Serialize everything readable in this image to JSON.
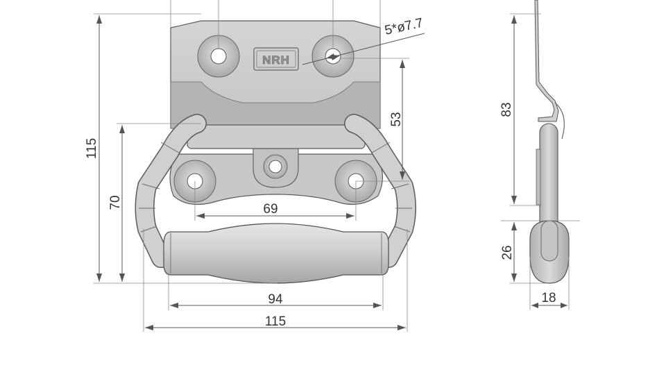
{
  "drawing": {
    "logo_text": "NRH",
    "hole_note": "5*ø7.7",
    "dimensions": {
      "overall_height": "115",
      "handle_drop": "70",
      "plate_hole_to_lower": "53",
      "lower_hole_spacing": "69",
      "grip_length": "94",
      "overall_width": "115",
      "side_height": "83",
      "side_grip_height": "26",
      "side_grip_width": "18"
    },
    "colors": {
      "metal": "#cfcfcf",
      "metal_dark": "#a9a9a9",
      "outline": "#4a4a4a",
      "dimension": "#555555"
    }
  }
}
